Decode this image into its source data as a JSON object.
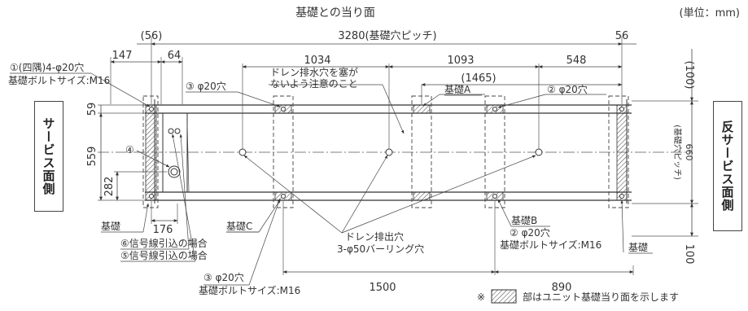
{
  "title": "基礎との当り面",
  "unit": "(単位：mm)",
  "side_labels": {
    "service": "サービス面側",
    "non_service": "反サービス面側"
  },
  "dims": {
    "top_56_left": "(56)",
    "pitch_3280": "3280(基礎穴ピッチ)",
    "top_56_right": "56",
    "d147": "147",
    "d64": "64",
    "d1034": "1034",
    "d1093": "1093",
    "d548": "548",
    "d1465": "(1465)",
    "d100_top": "(100)",
    "d59": "59",
    "d559": "559",
    "d282": "282",
    "d660": "660",
    "pitch_vertical": "(基礎穴ピッチ)",
    "d176": "176",
    "d100_bottom": "100",
    "d1500": "1500",
    "d890": "890"
  },
  "notes": {
    "corner_holes": "①(四隅)4-φ20穴",
    "bolt_size_1": "基礎ボルトサイズ:M16",
    "hole3_top": "③ φ20穴",
    "drain_warning_1": "ドレン排水穴を塞が",
    "drain_warning_2": "ないよう注意のこと",
    "foundation_a": "基礎A",
    "hole2_top": "② φ20穴",
    "circle4": "④",
    "foundation_left": "基礎",
    "foundation_c": "基礎C",
    "signal6": "⑥信号線引込の場合",
    "signal5": "⑤信号線引込の場合",
    "hole3_bottom": "③ φ20穴",
    "bolt_size_3": "基礎ボルトサイズ:M16",
    "drain_out_1": "ドレン排出穴",
    "drain_out_2": "3-φ50バーリング穴",
    "foundation_b": "基礎B",
    "hole2_bottom": "② φ20穴",
    "bolt_size_2": "基礎ボルトサイズ:M16",
    "foundation_right": "基礎",
    "legend_mark": "※",
    "legend_text": "部はユニット基礎当り面を示します"
  }
}
